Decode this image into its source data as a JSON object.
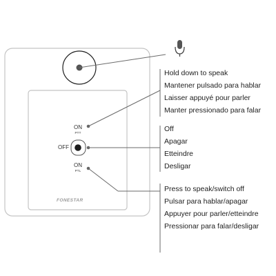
{
  "diagram": {
    "colors": {
      "outline": "#c4c4c4",
      "line": "#6a6a6a",
      "text": "#1e1e1e",
      "brand": "#9a9a9a"
    },
    "icons": {
      "microphone": "microphone-icon"
    },
    "switch": {
      "top_label": "ON",
      "top_sublabel": "PTT",
      "middle_label": "OFF",
      "bottom_label": "ON",
      "bottom_sublabel": "PTL"
    },
    "brand": "FONESTAR",
    "callouts": {
      "microphone": [
        "Hold down to speak",
        "Mantener pulsado para hablar",
        "Laisser appuyé pour parler",
        "Manter pressionado para falar"
      ],
      "off": [
        "Off",
        "Apagar",
        "Etteindre",
        "Desligar"
      ],
      "ptl": [
        "Press to speak/switch off",
        "Pulsar para hablar/apagar",
        "Appuyer pour parler/etteindre",
        "Pressionar para falar/desligar"
      ]
    }
  }
}
